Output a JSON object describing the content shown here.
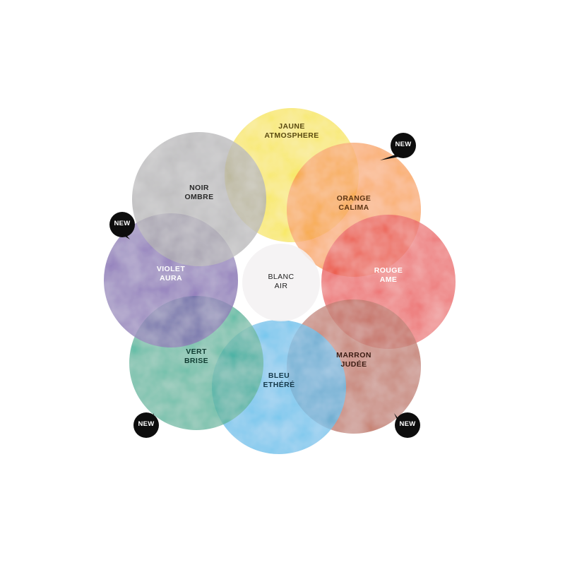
{
  "colors": [
    {
      "key": "jaune",
      "line1": "JAUNE",
      "line2": "ATMOSPHERE",
      "fill": "#f6e21c",
      "text_color": "#5a4a10"
    },
    {
      "key": "orange",
      "line1": "ORANGE",
      "line2": "CALIMA",
      "fill": "#f7952d",
      "text_color": "#5c3412"
    },
    {
      "key": "rouge",
      "line1": "ROUGE",
      "line2": "AME",
      "fill": "#e8393a",
      "text_color": "#ffffff"
    },
    {
      "key": "marron",
      "line1": "MARRON",
      "line2": "JUDÉE",
      "fill": "#b5543b",
      "text_color": "#3a1b12"
    },
    {
      "key": "bleu",
      "line1": "BLEU",
      "line2": "ETHÉRÉ",
      "fill": "#3fb5e8",
      "text_color": "#15394a"
    },
    {
      "key": "vert",
      "line1": "VERT",
      "line2": "BRISE",
      "fill": "#22a98a",
      "text_color": "#0f3b31"
    },
    {
      "key": "violet",
      "line1": "VIOLET",
      "line2": "AURA",
      "fill": "#6f52a8",
      "text_color": "#ffffff"
    },
    {
      "key": "noir",
      "line1": "NOIR",
      "line2": "OMBRE",
      "fill": "#a9a8ab",
      "text_color": "#2a2a2a"
    }
  ],
  "center": {
    "line1": "BLANC",
    "line2": "AIR",
    "fill": "#f4f1f3",
    "text_color": "#222222"
  },
  "badges": [
    {
      "key": "orange",
      "text": "NEW"
    },
    {
      "key": "violet",
      "text": "NEW"
    },
    {
      "key": "vert",
      "text": "NEW"
    },
    {
      "key": "marron",
      "text": "NEW"
    }
  ]
}
